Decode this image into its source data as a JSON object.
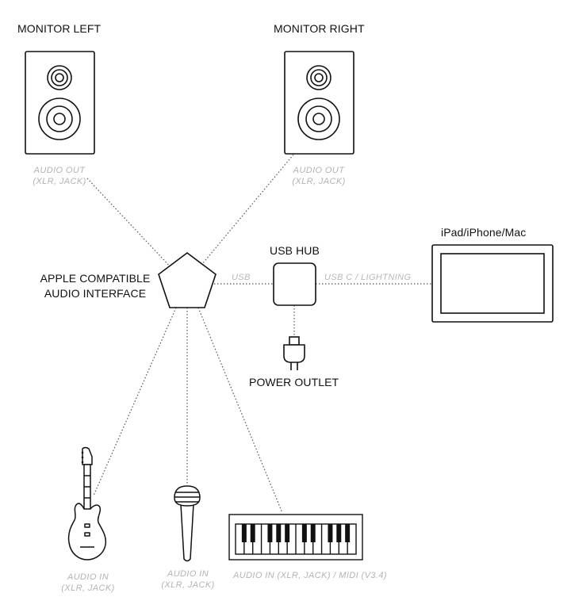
{
  "monitor_left": {
    "title": "MONITOR LEFT",
    "port_line1": "AUDIO OUT",
    "port_line2": "(XLR, JACK)"
  },
  "monitor_right": {
    "title": "MONITOR RIGHT",
    "port_line1": "AUDIO OUT",
    "port_line2": "(XLR, JACK)"
  },
  "interface": {
    "line1": "APPLE COMPATIBLE",
    "line2": "AUDIO INTERFACE"
  },
  "usb_hub": {
    "title": "USB HUB"
  },
  "device": {
    "title": "iPad/iPhone/Mac"
  },
  "power": {
    "title": "POWER OUTLET"
  },
  "connections": {
    "usb": "USB",
    "usb_c": "USB C / LIGHTNING"
  },
  "guitar": {
    "port_line1": "AUDIO IN",
    "port_line2": "(XLR, JACK)"
  },
  "microphone": {
    "port_line1": "AUDIO IN",
    "port_line2": "(XLR, JACK)"
  },
  "keyboard": {
    "port": "AUDIO IN (XLR, JACK) / MIDI (V3.4)"
  },
  "colors": {
    "stroke": "#111111",
    "dotted_line": "#555555",
    "muted_text": "#b3b3b3"
  }
}
